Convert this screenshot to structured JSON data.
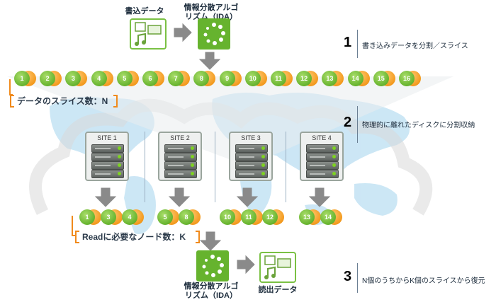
{
  "top": {
    "write_data_label": "書込データ",
    "ida_label_line1": "情報分散アルゴ",
    "ida_label_line2": "リズム（IDA）"
  },
  "slices_all": [
    "1",
    "2",
    "3",
    "4",
    "5",
    "6",
    "7",
    "8",
    "9",
    "10",
    "11",
    "12",
    "13",
    "14",
    "15",
    "16"
  ],
  "slice_count_label": "データのスライス数：N",
  "sites": [
    {
      "title": "SITE 1",
      "slices": [
        "1",
        "3",
        "4"
      ]
    },
    {
      "title": "SITE 2",
      "slices": [
        "5",
        "8"
      ]
    },
    {
      "title": "SITE 3",
      "slices": [
        "10",
        "11",
        "12"
      ]
    },
    {
      "title": "SITE 4",
      "slices": [
        "13",
        "14"
      ]
    }
  ],
  "read_node_label": "Readに必要なノード数：K",
  "bottom": {
    "ida_label_line1": "情報分散アルゴ",
    "ida_label_line2": "リズム（IDA）",
    "read_data_label": "読出データ"
  },
  "steps": [
    {
      "num": "1",
      "text": "書き込みデータを分割／スライス"
    },
    {
      "num": "2",
      "text": "物理的に離れたディスクに分割収納"
    },
    {
      "num": "3",
      "text": "N個のうちからK個のスライスから復元"
    }
  ],
  "colors": {
    "green": "#66b32e",
    "orange": "#f39a1e",
    "gray_arrow": "#8a8a8a",
    "map_blue": "#bfe0f2"
  }
}
